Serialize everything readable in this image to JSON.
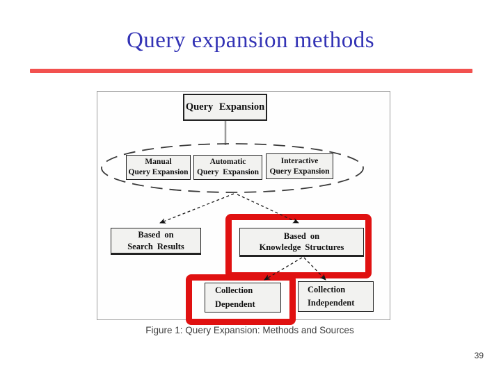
{
  "slide": {
    "title": "Query expansion methods",
    "page_number": "39"
  },
  "figure": {
    "caption": "Figure 1: Query Expansion: Methods and Sources",
    "nodes": {
      "root": {
        "label": "Query Expansion"
      },
      "manual": {
        "line1": "Manual",
        "line2": "Query Expansion"
      },
      "automatic": {
        "line1": "Automatic",
        "line2": "Query Expansion"
      },
      "interactive": {
        "line1": "Interactive",
        "line2": "Query Expansion"
      },
      "search_results": {
        "line1": "Based on",
        "line2": "Search Results"
      },
      "knowledge": {
        "line1": "Based on",
        "line2": "Knowledge Structures"
      },
      "collection_dependent": {
        "line1": "Collection",
        "line2": "Dependent"
      },
      "collection_independent": {
        "line1": "Collection",
        "line2": "Independent"
      }
    },
    "highlights": [
      {
        "target": "Based on Knowledge Structures"
      },
      {
        "target": "Collection Dependent"
      }
    ]
  },
  "colors": {
    "title_blue": "#3333b5",
    "rule_red": "#f2514f",
    "highlight_red": "#e01111",
    "node_fill": "#f2f2f0"
  }
}
